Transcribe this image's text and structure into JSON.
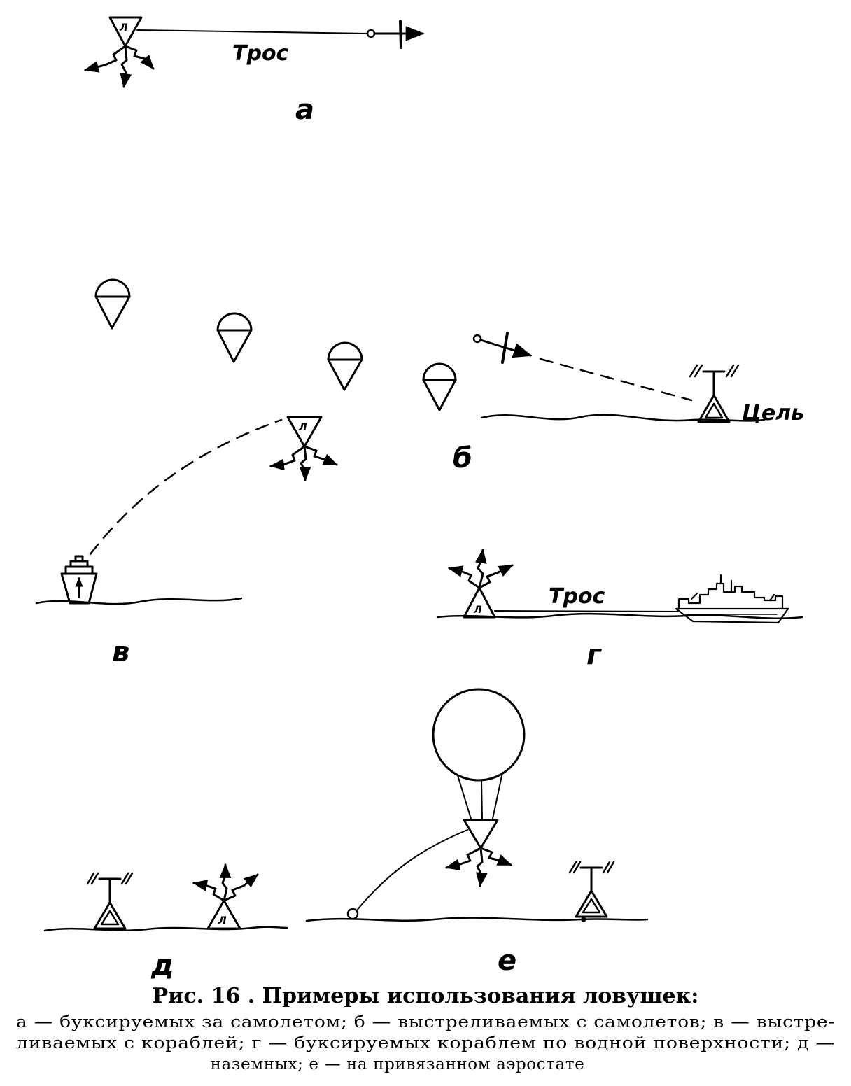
{
  "labels": {
    "cable": "Трос",
    "target": "Цель",
    "trap_letter": "Л",
    "panel_a": "а",
    "panel_b": "б",
    "panel_v": "в",
    "panel_g": "г",
    "panel_d": "д",
    "panel_e": "е"
  },
  "caption": {
    "title": "Рис. 16 . Примеры использования ловушек:",
    "line1": "а — буксируемых за самолетом; б — выстреливаемых с самолетов; в — выстре-",
    "line2": "ливаемых с кораблей; г — буксируемых кораблем по водной поверхности; д —",
    "line3": "наземных;  е — на  привязанном  аэростате"
  }
}
